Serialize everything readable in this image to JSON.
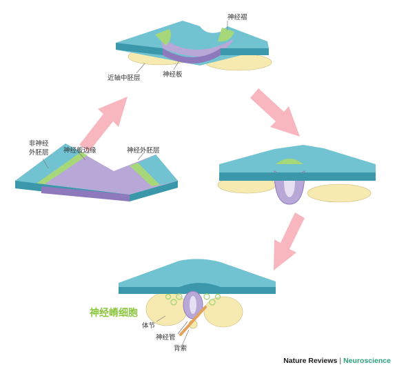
{
  "colors": {
    "ectoderm_top": "#72c3d2",
    "ectoderm_side": "#3b98ab",
    "neural_plate": "#b8a8d8",
    "neural_plate_dark": "#8e79bd",
    "neural_crest": "#a6d87a",
    "mesoderm": "#f6eab0",
    "arrow": "#f7aab3",
    "crest_label": "#8cc63f"
  },
  "labels": {
    "neural_fold": "神经褶",
    "paraxial_mesoderm": "近轴中胚层",
    "neural_plate": "神经板",
    "non_neural_ectoderm_1": "非神经",
    "non_neural_ectoderm_2": "外胚层",
    "neural_plate_border": "神经板边缘",
    "neural_ectoderm": "神经外胚层",
    "neural_crest_cells": "神经嵴细胞",
    "somite": "体节",
    "neural_tube": "神经管",
    "notochord": "背索"
  },
  "credit": {
    "journal": "Nature Reviews",
    "separator": "|",
    "section": "Neuroscience"
  }
}
